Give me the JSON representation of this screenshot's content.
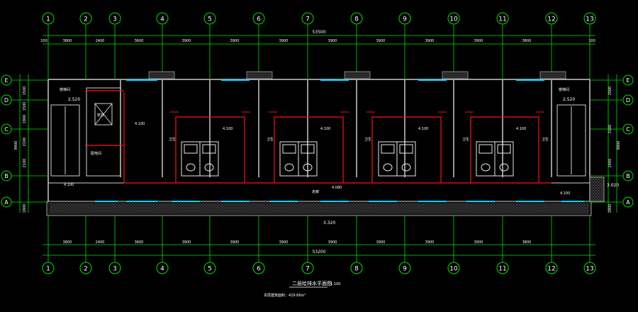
{
  "drawing": {
    "title": "二层给排水平面图",
    "scale": "1:100",
    "note": "本层建筑面积：429.66m²",
    "total_top": "53500",
    "total_bottom": "53200",
    "floor_label_top": "3.020",
    "floor_label_bottom": "3.320",
    "corridor_label": "走廊",
    "corridor_level": "4.080"
  },
  "axes": {
    "columns": [
      "1",
      "2",
      "3",
      "4",
      "5",
      "6",
      "7",
      "8",
      "9",
      "10",
      "11",
      "12",
      "13"
    ],
    "rows": [
      "E",
      "D",
      "C",
      "B",
      "A"
    ],
    "top_dims": [
      "100",
      "3800",
      "2400",
      "3600",
      "3900",
      "3900",
      "3900",
      "3900",
      "3900",
      "3900",
      "3900",
      "3800",
      "100"
    ],
    "bottom_dims": [
      "3800",
      "2400",
      "3600",
      "3900",
      "3900",
      "3900",
      "3900",
      "3900",
      "3900",
      "3900",
      "3800"
    ],
    "left_dims": [
      "1500",
      "1500",
      "1900",
      "2100",
      "2100",
      "1800"
    ],
    "right_dims": [
      "2000",
      "3100",
      "2400",
      "1800"
    ],
    "left_total": "9900",
    "right_total": "9900"
  },
  "labels": {
    "stair_left": "2.520",
    "stair_right": "2.520",
    "stair_left_name": "楼梯间",
    "stair_right_name": "楼梯间",
    "shaft": "管井",
    "equipment": "配电间",
    "left_room": "4.100",
    "right_room": "4.100",
    "unit_levels": [
      "4.100",
      "4.100",
      "4.100",
      "4.100",
      "4.100"
    ],
    "bath_labels": [
      "卫生",
      "卫生",
      "卫生",
      "卫生",
      "卫生"
    ]
  },
  "colors": {
    "axis": "#00e000",
    "wall": "#e8e8e8",
    "pipe_red": "#ff1010",
    "window": "#00d0ff",
    "text": "#ffffff"
  }
}
